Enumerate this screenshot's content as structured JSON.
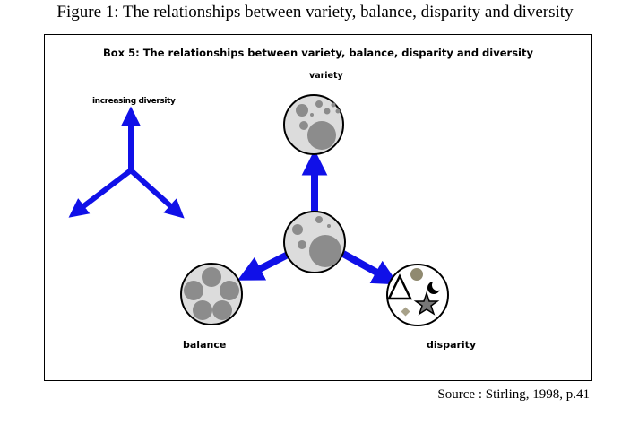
{
  "figure_caption": "Figure 1: The relationships between variety, balance, disparity and diversity",
  "box_title": "Box 5: The relationships between variety, balance, disparity and diversity",
  "labels": {
    "variety": "variety",
    "increasing_diversity": "increasing diversity",
    "balance": "balance",
    "disparity": "disparity"
  },
  "source": "Source : Stirling, 1998, p.41",
  "colors": {
    "arrow": "#1010e8",
    "circle_fill": "#dcdcdc",
    "dot_fill": "#8c8c8c",
    "outline": "#000000",
    "olive": "#908a70"
  }
}
